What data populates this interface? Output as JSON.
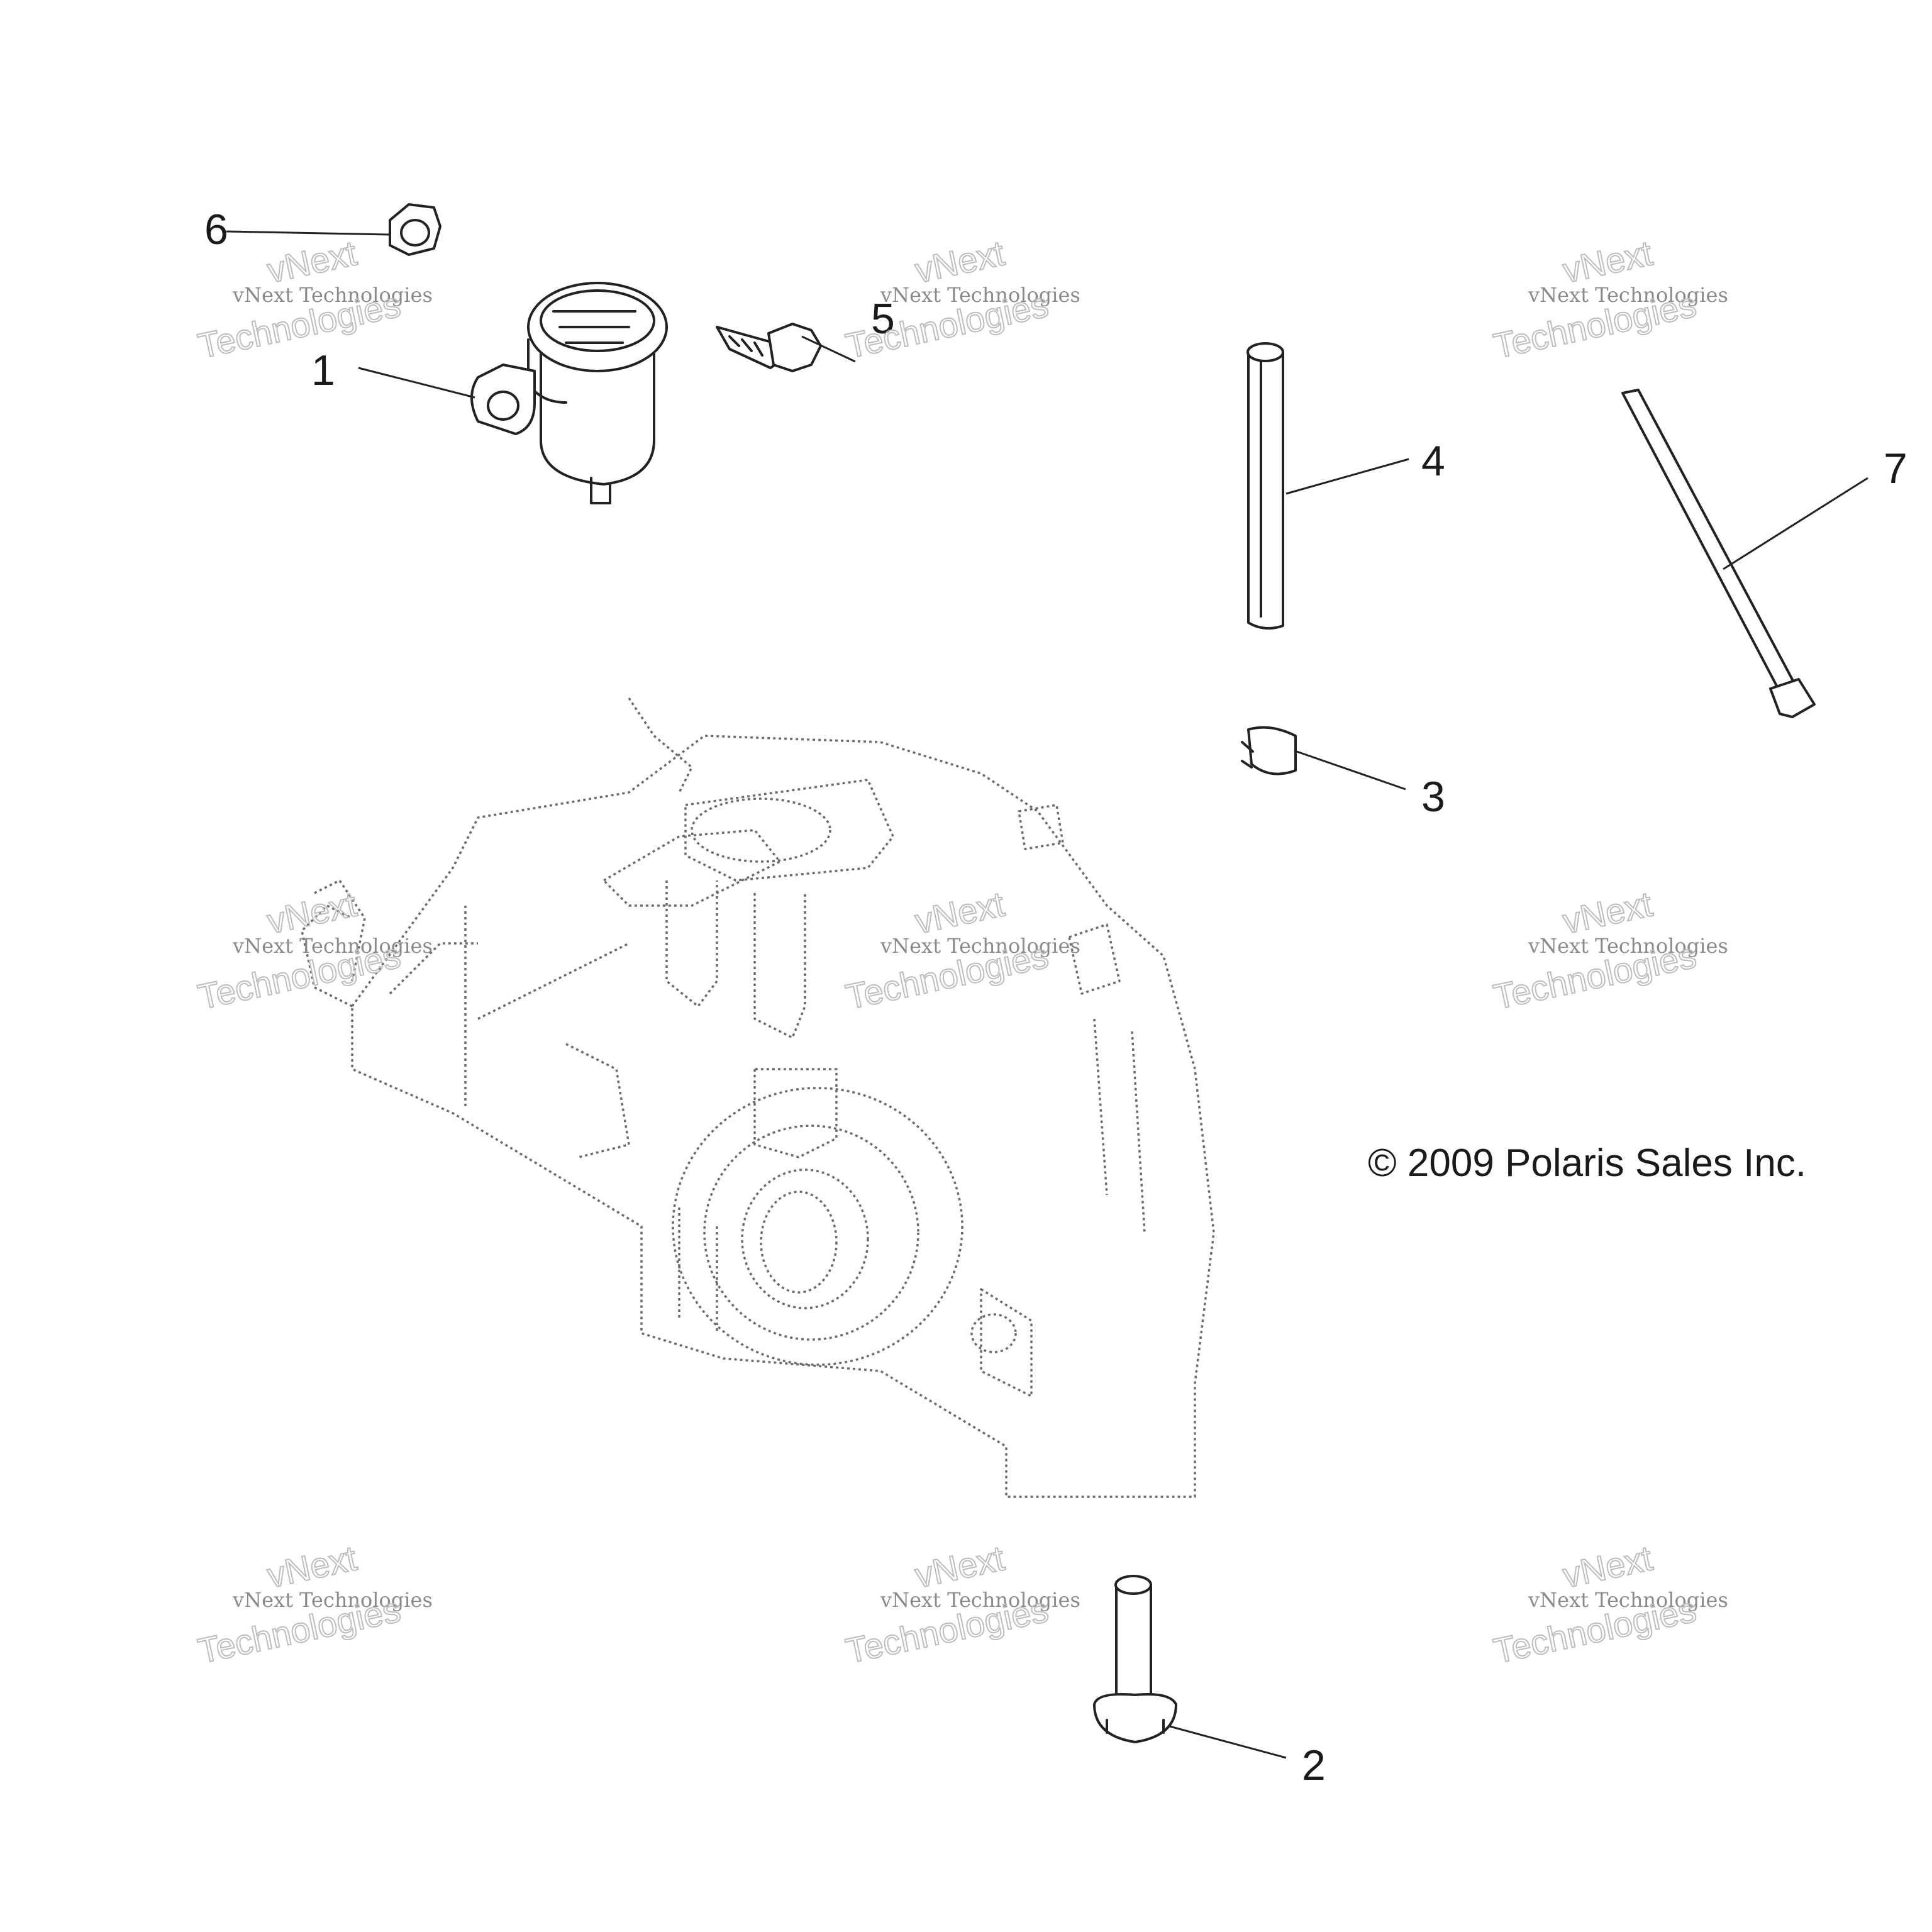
{
  "callouts": [
    {
      "id": "1",
      "label": "1"
    },
    {
      "id": "2",
      "label": "2"
    },
    {
      "id": "3",
      "label": "3"
    },
    {
      "id": "4",
      "label": "4"
    },
    {
      "id": "5",
      "label": "5"
    },
    {
      "id": "6",
      "label": "6"
    },
    {
      "id": "7",
      "label": "7"
    }
  ],
  "copyright": "© 2009 Polaris Sales Inc.",
  "watermark": {
    "line1": "vNext Technologies",
    "line2": "vNext",
    "line3": "Technologies"
  }
}
